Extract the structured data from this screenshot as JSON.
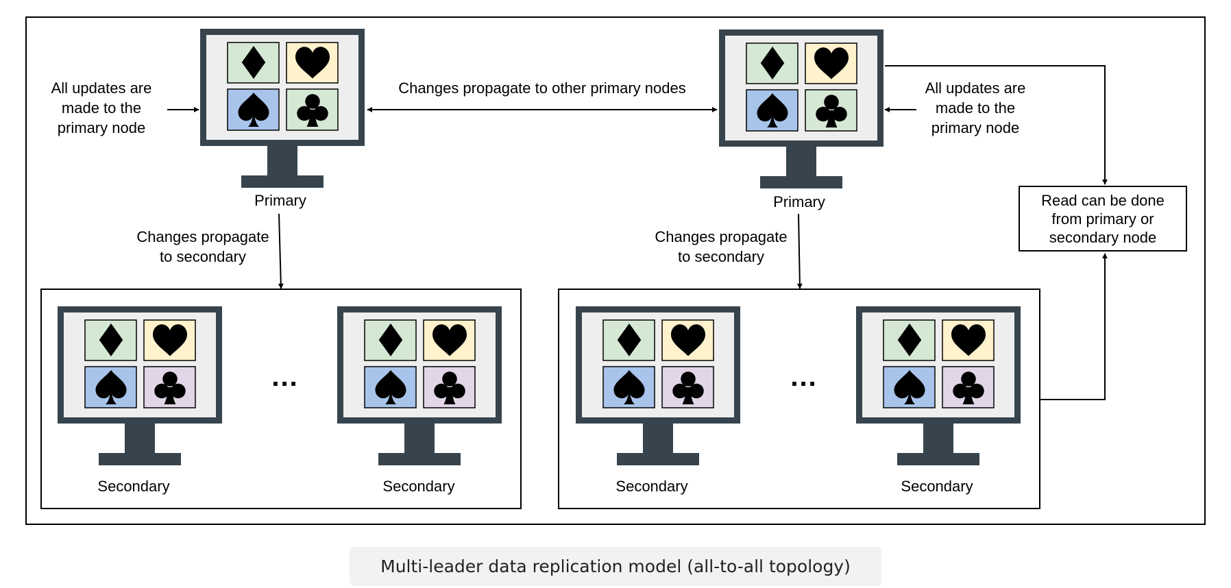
{
  "figure": {
    "caption": "Multi-leader data replication model (all-to-all topology)"
  },
  "labels": {
    "primary_left": "Primary",
    "primary_right": "Primary",
    "secondary_1": "Secondary",
    "secondary_2": "Secondary",
    "secondary_3": "Secondary",
    "secondary_4": "Secondary",
    "ellipsis_left": "...",
    "ellipsis_right": "..."
  },
  "notes": {
    "updates_left": [
      "All updates are",
      "made to the",
      "primary node"
    ],
    "updates_right": [
      "All updates are",
      "made to the",
      "primary node"
    ],
    "primary_to_primary": "Changes propagate to other primary nodes",
    "propagate_left": [
      "Changes propagate",
      "to secondary"
    ],
    "propagate_right": [
      "Changes propagate",
      "to secondary"
    ],
    "read_box": [
      "Read can be done",
      "from primary or",
      "secondary node"
    ]
  },
  "colors": {
    "monitor_frame": "#37444d",
    "screen_bg": "#eeeeee",
    "diamond_tile": "#d5e8d4",
    "heart_tile": "#fff2cc",
    "spade_tile": "#a9c4eb",
    "club_tile_primary": "#d5e8d4",
    "club_tile_secondary": "#e1d5e7",
    "glyph": "#000000"
  },
  "icons": [
    "desktop-monitor-icon",
    "diamond-suit-icon",
    "heart-suit-icon",
    "spade-suit-icon",
    "club-suit-icon"
  ]
}
